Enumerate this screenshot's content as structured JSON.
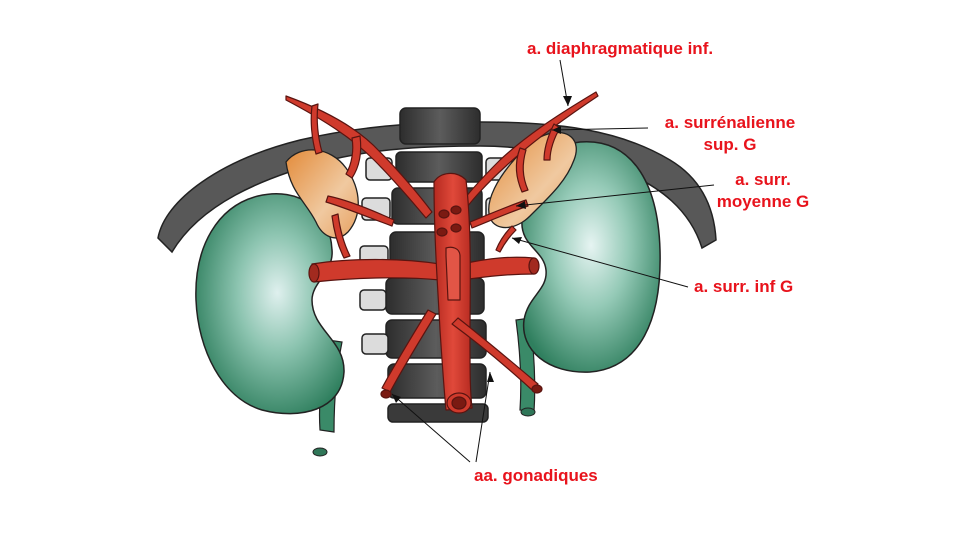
{
  "colors": {
    "label": "#e8131c",
    "kidney": "#3f8f6e",
    "adrenal": "#e59a4a",
    "artery": "#cf3a2c",
    "spine": "#3c3c3c",
    "diaphragm": "#5a5a5a"
  },
  "labels": {
    "diaphragmatique": "a. diaphragmatique  inf.",
    "surr_sup_1": "a. surrénalienne",
    "surr_sup_2": "sup. G",
    "surr_moy_1": "a. surr.",
    "surr_moy_2": "moyenne G",
    "surr_inf": "a. surr. inf G",
    "gonadiques": "aa. gonadiques"
  }
}
